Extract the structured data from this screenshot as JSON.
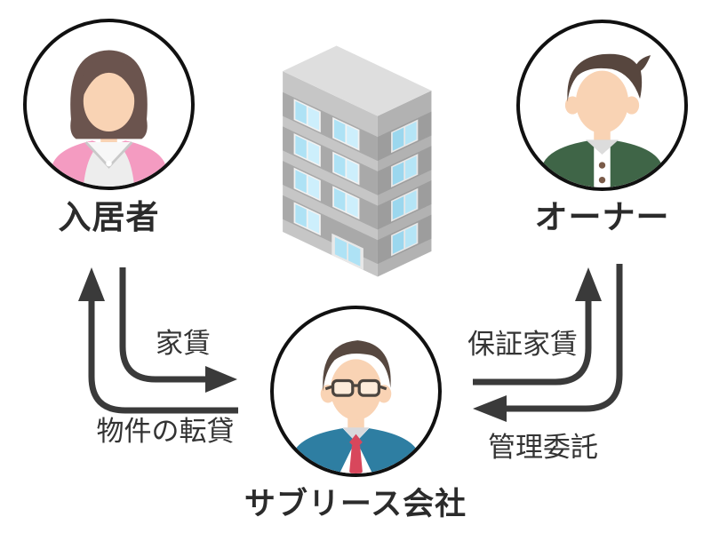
{
  "diagram": {
    "type": "relationship-diagram",
    "topic": "sublease-scheme"
  },
  "actors": {
    "tenant": {
      "label": "入居者",
      "avatar": "woman-pink-cardigan",
      "accent": "#f49bc1"
    },
    "owner": {
      "label": "オーナー",
      "avatar": "man-green-cardigan",
      "accent": "#3f6547"
    },
    "company": {
      "label": "サブリース会社",
      "avatar": "businessman-glasses-suit",
      "accent": "#2e7ea2"
    }
  },
  "building": {
    "name": "apartment-building",
    "floors": 4,
    "wall_color": "#c6c6c6",
    "side_color": "#b2b2b2",
    "recess_color": "#a9a9a9",
    "roof_color": "#dedede",
    "window_color": "#a8def2"
  },
  "flows": {
    "rent": {
      "label": "家賃",
      "from": "入居者",
      "to": "サブリース会社"
    },
    "sublease": {
      "label": "物件の転貸",
      "from": "サブリース会社",
      "to": "入居者"
    },
    "guaranteed_rent": {
      "label": "保証家賃",
      "from": "サブリース会社",
      "to": "オーナー"
    },
    "management": {
      "label": "管理委託",
      "from": "オーナー",
      "to": "サブリース会社"
    }
  },
  "style": {
    "arrow_color": "#3a3a3a",
    "text_color": "#333333",
    "circle_border_color": "#111111",
    "background": "#ffffff"
  }
}
